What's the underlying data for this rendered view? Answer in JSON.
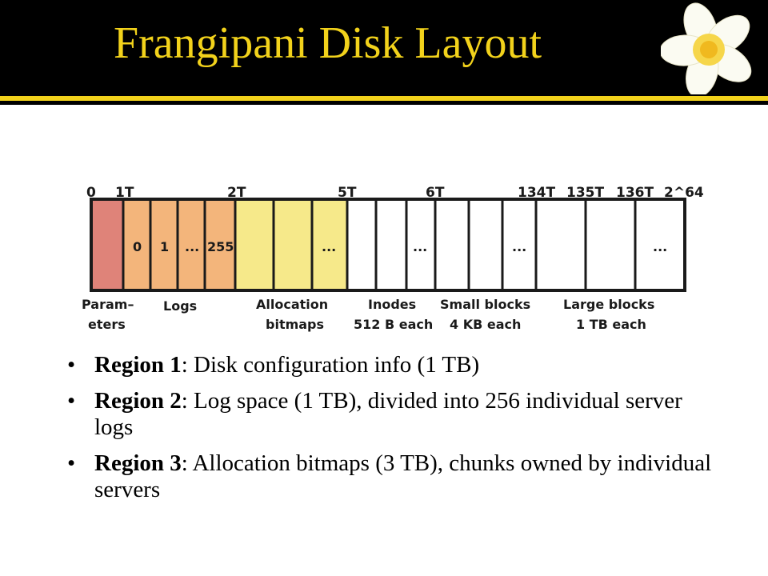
{
  "slide": {
    "title": "Frangipani Disk Layout",
    "colors": {
      "header": "#000000",
      "title": "#f2d21b",
      "rule": "#f2d21b",
      "parameters": "#df8379",
      "logs": "#f3b57b",
      "allocation": "#f6e98a"
    },
    "decoration": "frangipani-flower-icon"
  },
  "diagram": {
    "offsets": [
      "0",
      "1T",
      "2T",
      "5T",
      "6T",
      "134T",
      "135T",
      "136T",
      "2^64"
    ],
    "log_labels": [
      "0",
      "1",
      "...",
      "255"
    ],
    "ellipsis": "...",
    "regions": [
      {
        "line1": "Param–",
        "line2": "eters"
      },
      {
        "line1": "Logs",
        "line2": ""
      },
      {
        "line1": "Allocation",
        "line2": "bitmaps"
      },
      {
        "line1": "Inodes",
        "line2": "512 B each"
      },
      {
        "line1": "Small blocks",
        "line2": "4 KB each"
      },
      {
        "line1": "Large blocks",
        "line2": "1 TB each"
      }
    ]
  },
  "bullets": [
    {
      "bold": "Region 1",
      "text": ":  Disk configuration info (1 TB)"
    },
    {
      "bold": "Region 2",
      "text": ":  Log space (1 TB), divided into 256 individual server logs"
    },
    {
      "bold": "Region 3",
      "text": ":  Allocation bitmaps (3 TB), chunks owned by individual servers"
    }
  ],
  "bullet_symbol": "•"
}
